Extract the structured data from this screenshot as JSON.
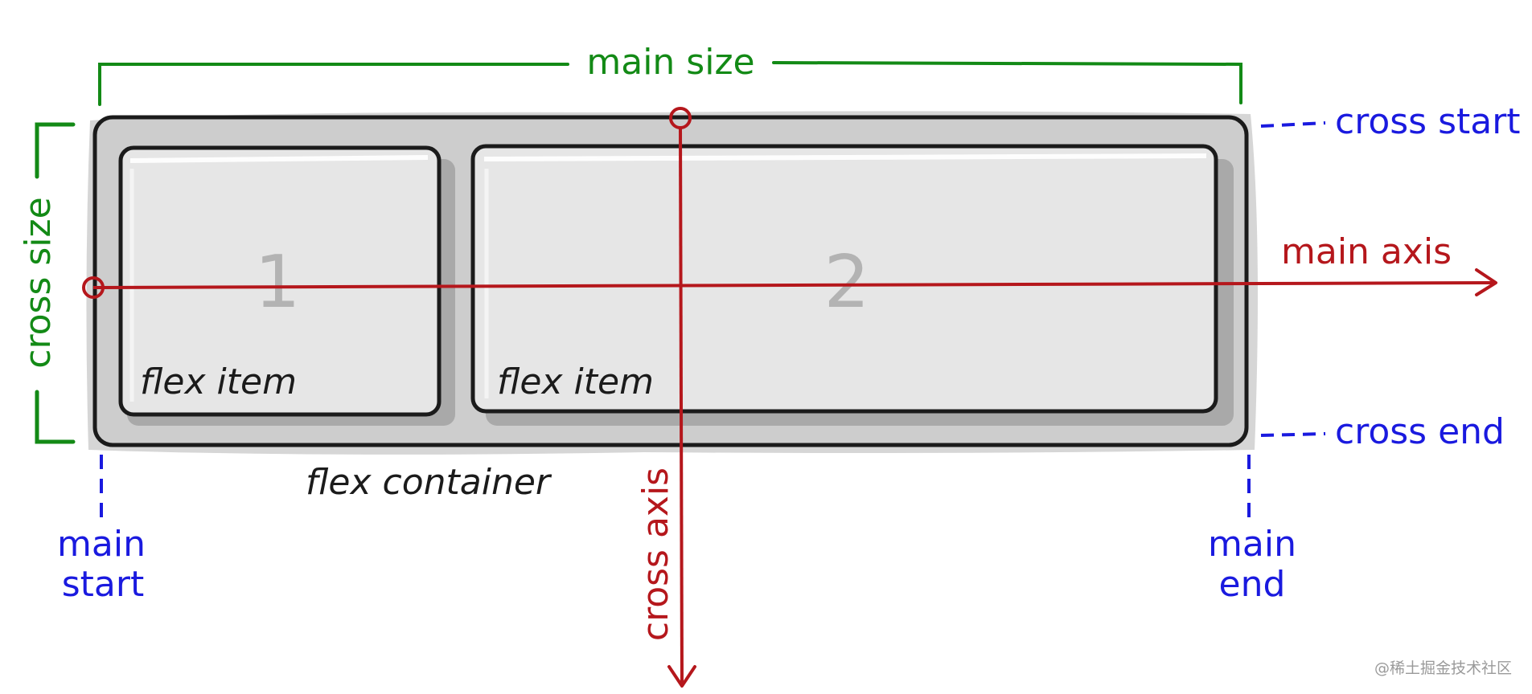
{
  "labels": {
    "main_size": "main size",
    "cross_size": "cross size",
    "cross_start": "cross start",
    "cross_end": "cross end",
    "main_axis": "main axis",
    "cross_axis": "cross axis",
    "main_start_line1": "main",
    "main_start_line2": "start",
    "main_end_line1": "main",
    "main_end_line2": "end",
    "flex_container": "flex container"
  },
  "items": [
    {
      "number": "1",
      "caption": "flex item"
    },
    {
      "number": "2",
      "caption": "flex item"
    }
  ],
  "watermark": "@稀土掘金技术社区",
  "colors": {
    "green": "#138a16",
    "blue": "#1a1adf",
    "red": "#b5171c",
    "outline": "#1b1b1b",
    "container_fill": "#cfcfcf",
    "item_fill": "#e6e6e6"
  }
}
